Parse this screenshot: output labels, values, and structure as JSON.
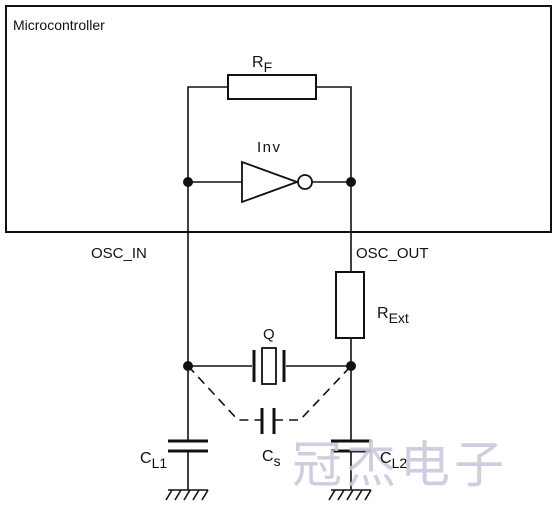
{
  "title": "Microcontroller",
  "pins": {
    "in": "OSC_IN",
    "out": "OSC_OUT"
  },
  "components": {
    "rf": {
      "main": "R",
      "sub": "F"
    },
    "inv": {
      "label": "Inv"
    },
    "rext": {
      "main": "R",
      "sub": "Ext"
    },
    "q": {
      "label": "Q"
    },
    "cs": {
      "main": "C",
      "sub": "s"
    },
    "cl1": {
      "main": "C",
      "sub": "L1"
    },
    "cl2": {
      "main": "C",
      "sub": "L2"
    }
  },
  "watermark": "冠杰电子",
  "colors": {
    "ink": "#111111",
    "watermark": "#c9c9dd"
  }
}
